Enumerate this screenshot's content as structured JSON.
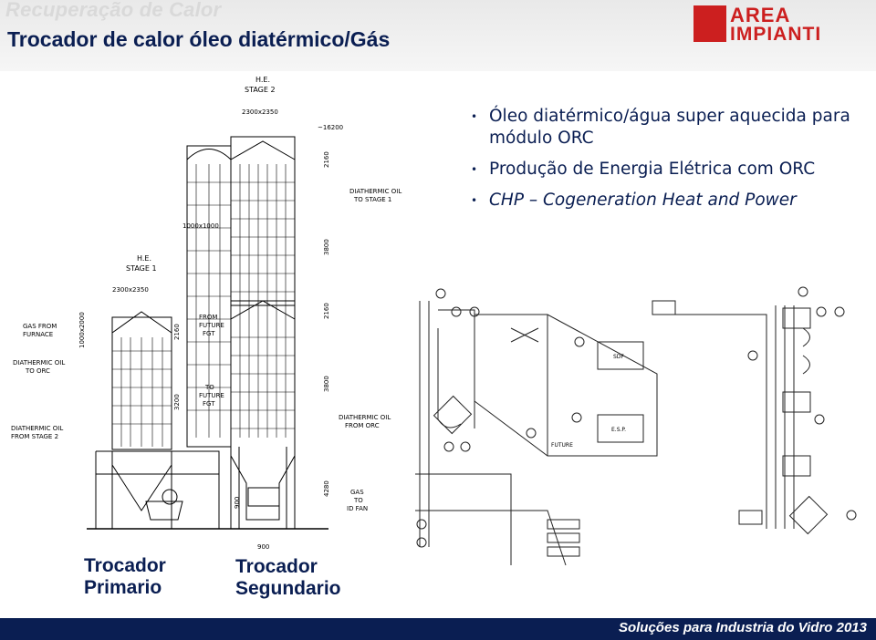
{
  "header": {
    "section_title": "Recuperação de Calor",
    "slide_title": "Trocador de calor óleo diatérmico/Gás"
  },
  "logo": {
    "line1": "AREA",
    "line2": "IMPIANTI",
    "brand_color": "#cc1f1f"
  },
  "bullets": [
    "Óleo diatérmico/água super aquecida para módulo ORC",
    "Produção de Energia Elétrica com ORC",
    "CHP – Cogeneration Heat and Power"
  ],
  "drawing_labels": {
    "he_stage2": [
      "H.E.",
      "STAGE 2"
    ],
    "he_stage1": [
      "H.E.",
      "STAGE 1"
    ],
    "dim_top": "2300x2350",
    "dim_stage1": "2300x2350",
    "dim_duct": "1000x1000",
    "dim_elev": "~16200",
    "dim_2160a": "2160",
    "dim_3800a": "3800",
    "dim_2160b": "2160",
    "dim_3800b": "3800",
    "dim_4280": "4280",
    "dim_1000x2000": "1000x2000",
    "dim_2160c": "2160",
    "dim_3200": "3200",
    "dim_900": "900",
    "dim_900b": "900",
    "oil_to_stage1": [
      "DIATHERMIC OIL",
      "TO STAGE 1"
    ],
    "gas_from_furnace": [
      "GAS FROM",
      "FURNACE"
    ],
    "oil_to_orc": [
      "DIATHERMIC OIL",
      "TO ORC"
    ],
    "from_future_fgt": [
      "FROM",
      "FUTURE",
      "FGT"
    ],
    "to_future_fgt": [
      "TO",
      "FUTURE",
      "FGT"
    ],
    "oil_from_orc": [
      "DIATHERMIC OIL",
      "FROM ORC"
    ],
    "oil_from_stage2": [
      "DIATHERMIC OIL",
      "FROM STAGE 2"
    ],
    "gas_to_id_fan": [
      "GAS",
      "TO",
      "ID FAN"
    ]
  },
  "schematic_labels": {
    "sdf": "SDF",
    "esp": "E.S.P.",
    "future": "FUTURE"
  },
  "captions": {
    "primary": [
      "Trocador",
      "Primario"
    ],
    "secondary": [
      "Trocador",
      "Segundario"
    ]
  },
  "footer": {
    "text": "Soluções para Industria do Vidro 2013"
  },
  "colors": {
    "navy": "#0a1e52"
  }
}
